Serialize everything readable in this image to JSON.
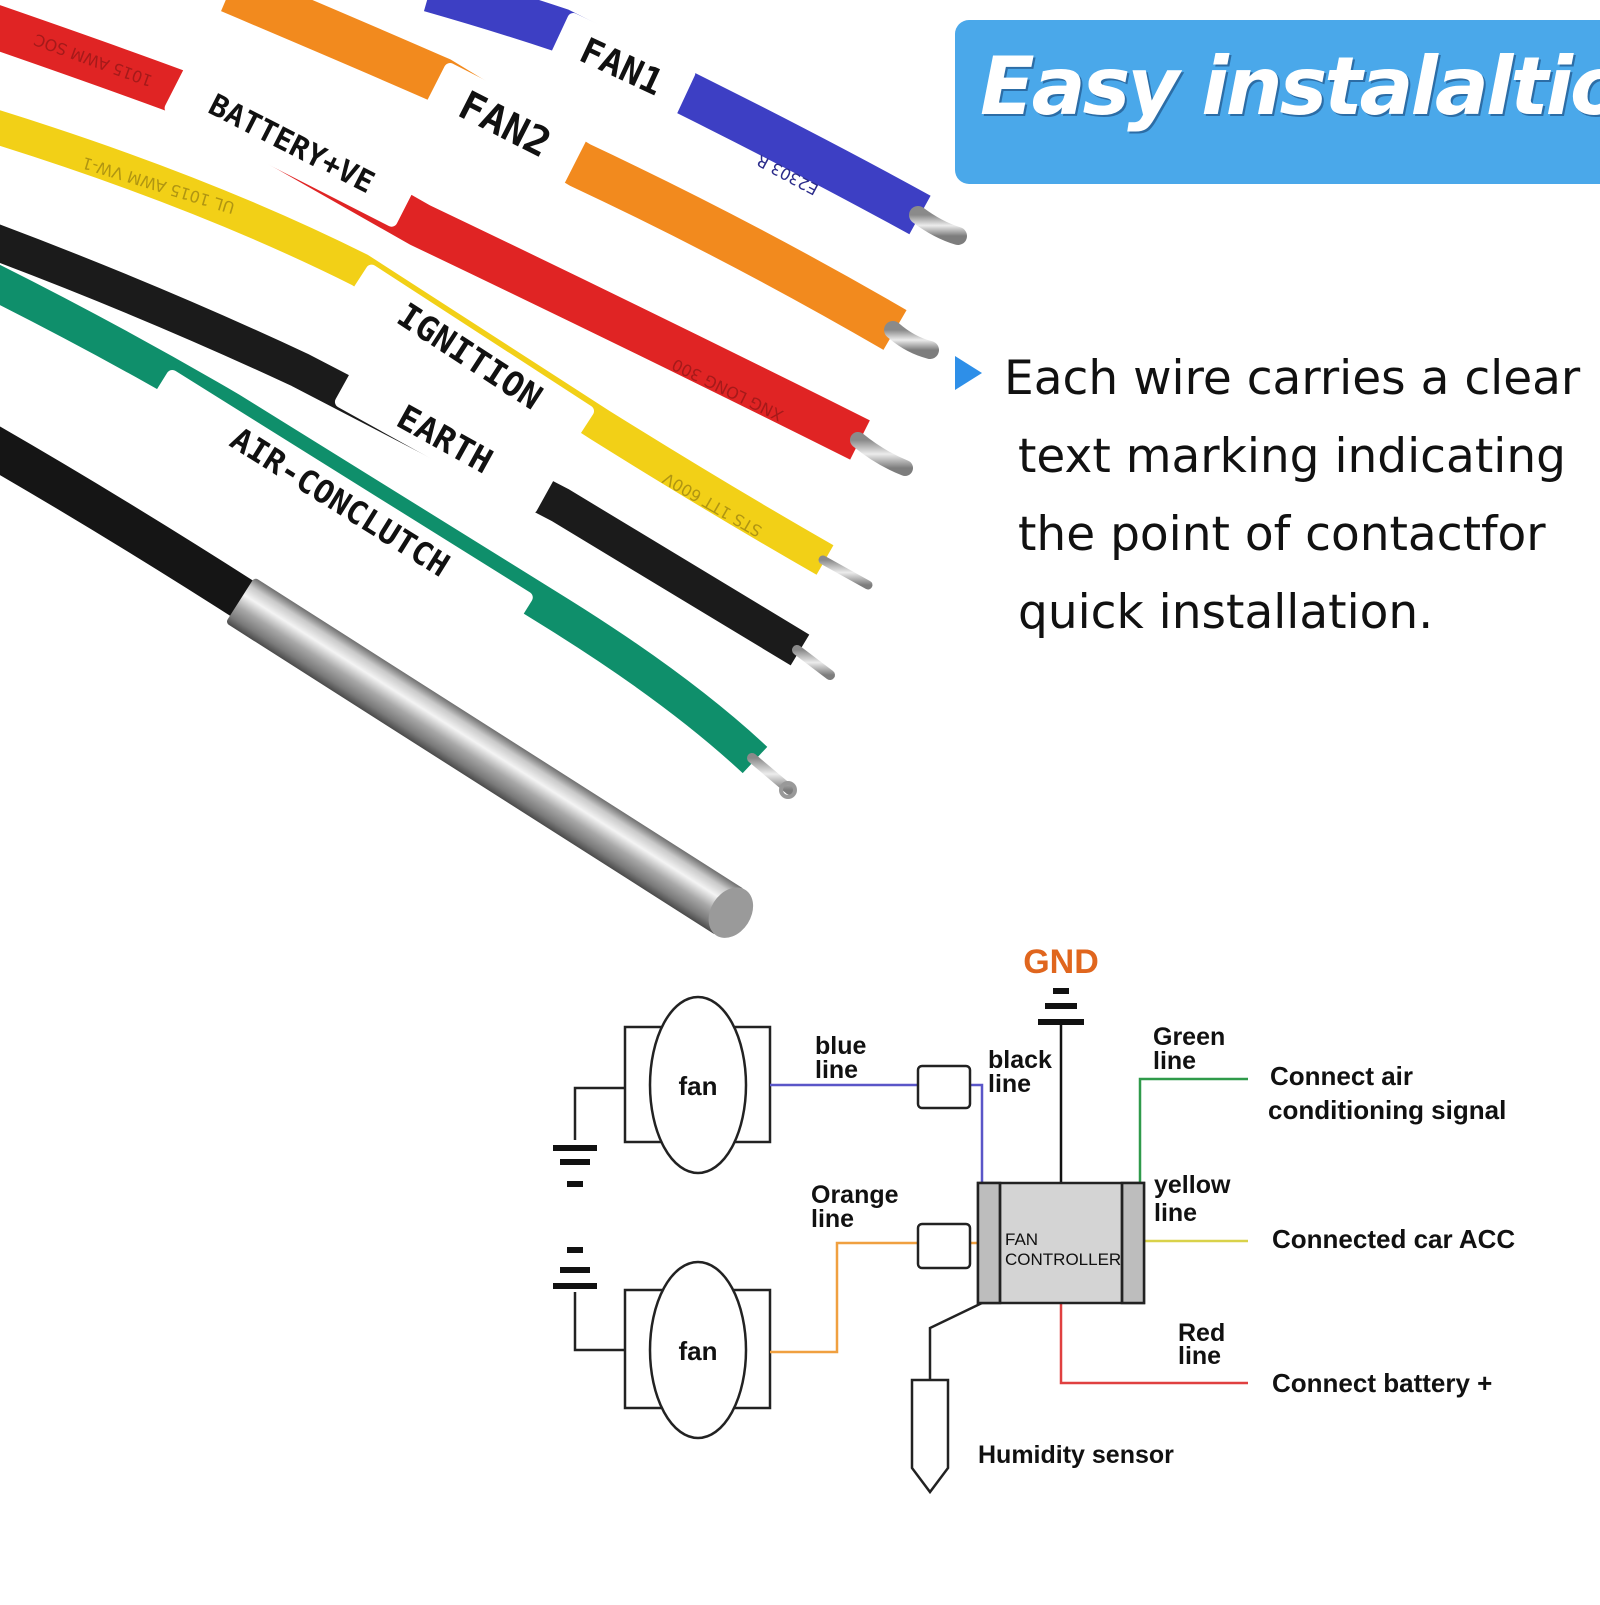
{
  "banner": {
    "title": "Easy instalaltion"
  },
  "description": {
    "lines": [
      "Each wire carries a clear",
      "text marking indicating",
      "the point of contactfor",
      "quick installation."
    ]
  },
  "wire_labels": {
    "fan1": "FAN1",
    "fan2": "FAN2",
    "battery": "BATTERY+VE",
    "ignition": "IGNITION",
    "earth": "EARTH",
    "air": "AIR-CONCLUTCH"
  },
  "wire_print": {
    "yellow": "UL 1015 AWM VW-1",
    "red": "1015 AWM SOC",
    "yellow_tail": "STS 1TT 600V",
    "red_tail": "XNG LONG 300",
    "blue_tail": "E2303 R"
  },
  "diagram": {
    "gnd": "GND",
    "fan_top": "fan",
    "fan_bottom": "fan",
    "blue_line": [
      "blue",
      "line"
    ],
    "black_line": [
      "black",
      "line"
    ],
    "green_line": [
      "Green",
      "line"
    ],
    "orange_line": [
      "Orange",
      "line"
    ],
    "yellow_line": [
      "yellow",
      "line"
    ],
    "red_line": [
      "Red",
      "line"
    ],
    "controller": [
      "FAN",
      "CONTROLLER"
    ],
    "connect_air": [
      "Connect air",
      "conditioning signal"
    ],
    "connect_acc": "Connected car ACC",
    "connect_battery": "Connect battery +",
    "humidity": "Humidity sensor"
  },
  "colors": {
    "banner_bg": "#4aa8ea",
    "gnd": "#e0661e",
    "blue_wire": "#3d3fc4",
    "orange_wire": "#f28a1e",
    "red_wire": "#e02424",
    "yellow_wire": "#f2d017",
    "black_wire": "#1b1b1b",
    "green_wire": "#0f8f6b",
    "diagram_blue": "#5a56c8",
    "diagram_orange": "#f0a040",
    "diagram_green": "#2f9a4a",
    "diagram_yellow": "#d9d24a",
    "diagram_red": "#e04040"
  }
}
